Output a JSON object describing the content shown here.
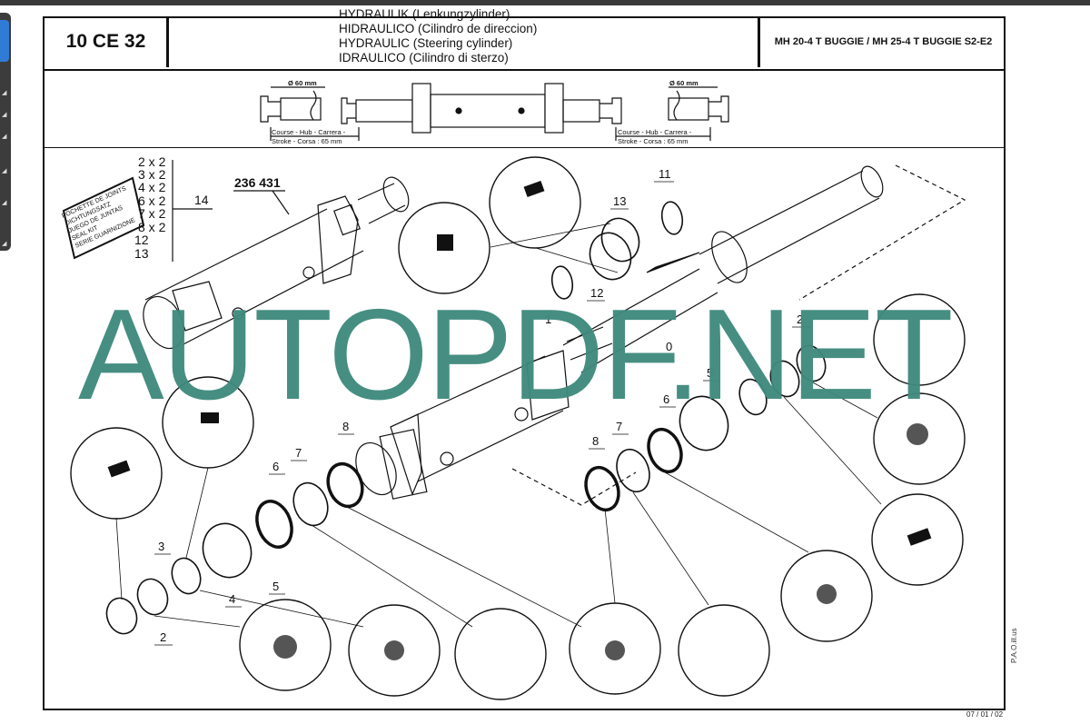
{
  "document": {
    "code": "10 CE 32",
    "titles": [
      "HYDRAULIK (Lenkungzylinder)",
      "HIDRAULICO (Cilindro de direccion)",
      "HYDRAULIC (Steering cylinder)",
      "IDRAULICO (Cilindro di sterzo)"
    ],
    "models": "MH 20-4 T BUGGIE / MH 25-4 T BUGGIE S2-E2",
    "illustrator": "P.A.O.ill.us",
    "date": "07 / 01 / 02"
  },
  "strip": {
    "diameter_left": "Ø 60 mm",
    "diameter_right": "Ø 60 mm",
    "stroke_line1": "Course - Hub - Carrera -",
    "stroke_line2": "Stroke - Corsa : 65 mm"
  },
  "kit": {
    "label_lines": [
      "POCHETTE DE JOINTS",
      "DICHTUNGSATZ",
      "JUEGO DE JUNTAS",
      "SEAL KIT",
      "SERIE GUARNIZIONE"
    ],
    "items": [
      "2 x 2",
      "3 x 2",
      "4 x 2",
      "6 x 2",
      "7 x 2",
      "8 x 2",
      "12",
      "13"
    ],
    "callout": "14"
  },
  "part_number": "236 431",
  "callouts": [
    "2",
    "3",
    "4",
    "5",
    "6",
    "7",
    "8",
    "11",
    "13",
    "12",
    "1",
    "0",
    "5",
    "6",
    "7",
    "8",
    "2"
  ],
  "watermark": "AUTOPDF.NET",
  "toolbar": {
    "icons": [
      "pointer-icon",
      "arrow-icon",
      "arrow-icon",
      "arrow-icon",
      "arrow-icon",
      "arrow-icon",
      "arrow-icon"
    ]
  }
}
